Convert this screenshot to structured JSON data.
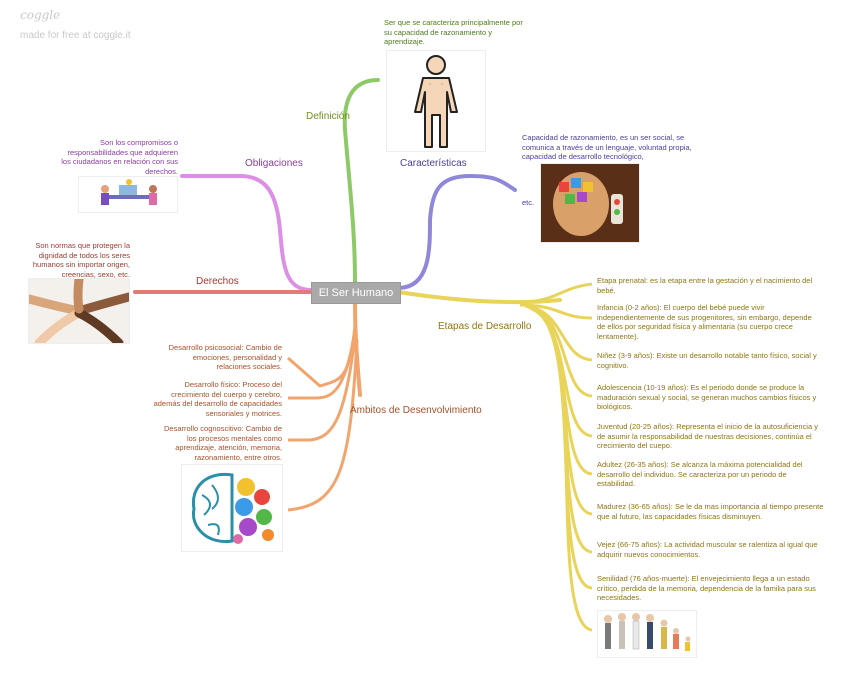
{
  "brand": {
    "logo": "coggle",
    "made_with": "made for free at coggle.it"
  },
  "central": {
    "label": "El Ser Humano"
  },
  "branches": {
    "definicion": {
      "label": "Definición",
      "color": "#8ec968",
      "note": "Ser que se caracteriza principalmente por su capacidad de razonamiento y aprendizaje."
    },
    "caracteristicas": {
      "label": "Características",
      "color": "#8f87d9",
      "note": "Capacidad de razonamiento, es un ser social, se comunica a través de un lenguaje, voluntad propia, capacidad de desarrollo tecnológico,",
      "note2": "etc."
    },
    "obligaciones": {
      "label": "Obligaciones",
      "color": "#dc8fe4",
      "note": "Son los compromisos o responsabilidades que adquieren los ciudadanos en relación con sus derechos."
    },
    "derechos": {
      "label": "Derechos",
      "color": "#e27b73",
      "note": "Son normas que protegen la dignidad de todos los seres humanos sin importar origen, creencias, sexo, etc."
    },
    "ambitos": {
      "label": "Ámbitos de Desenvolvimiento",
      "color": "#f2a46d",
      "items": [
        "Desarrollo psicosocial: Cambio de emociones, personalidad y relaciones sociales.",
        "Desarrollo físico: Proceso del crecimiento del cuerpo y cerebro, además del desarrollo de capacidades sensoriales y motrices.",
        "Desarrollo cognoscitivo: Cambio de los procesos mentales como aprendizaje, atención, memoria, razonamiento, entre otros."
      ]
    },
    "etapas": {
      "label": "Etapas de Desarrollo",
      "color": "#e9d45a",
      "items": [
        "Etapa prenatal: es la etapa entre la gestación y el nacimiento del bebé.",
        "Infancia (0-2 años): El cuerpo del bebé puede vivir independientemente de sus progenitores, sin embargo, depende de ellos por seguridad física y alimentaria (su cuerpo crece lentamente).",
        "Niñez (3-9 años): Existe un desarrollo notable tanto físico, social y cognitivo.",
        "Adolescencia (10-19 años): Es el periodo donde se produce la maduración sexual y social, se generan muchos cambios físicos y biológicos.",
        "Juventud (20-25 años): Representa el inicio de la autosuficiencia y de asumir la responsabilidad de nuestras decisiones, continúa el crecimiento del cuepo.",
        "Adultez (26-35 años): Se alcanza la máxima potencialidad del desarrollo del individuo. Se caracteriza por un periodo de estabilidad.",
        "Madurez (36-65 años): Se le da mas importancia al tiempo presente que al futuro, las capacidades físicas disminuyen.",
        "Vejez (66-75 años): La actividad muscular se ralentiza al igual que adquirir nuevos conocimientos.",
        "Senilidad (76 años-muerte): El envejecimiento llega a un estado crítico, perdida de la memoria, dependencia de la familia para sus necesidades."
      ]
    }
  },
  "colors": {
    "definicion_text": "#6f8f1f",
    "note_green": "#4c7a1c",
    "note_violet": "#4a3f9a",
    "note_purple": "#8a3da0",
    "note_red": "#a23a32",
    "note_orange": "#a4512a",
    "note_yellow": "#8f7512"
  },
  "icons": [
    "human-body-icon",
    "thinker-head-icon",
    "people-at-desk-icon",
    "joined-hands-icon",
    "colorful-brain-icon",
    "aging-people-icon"
  ]
}
